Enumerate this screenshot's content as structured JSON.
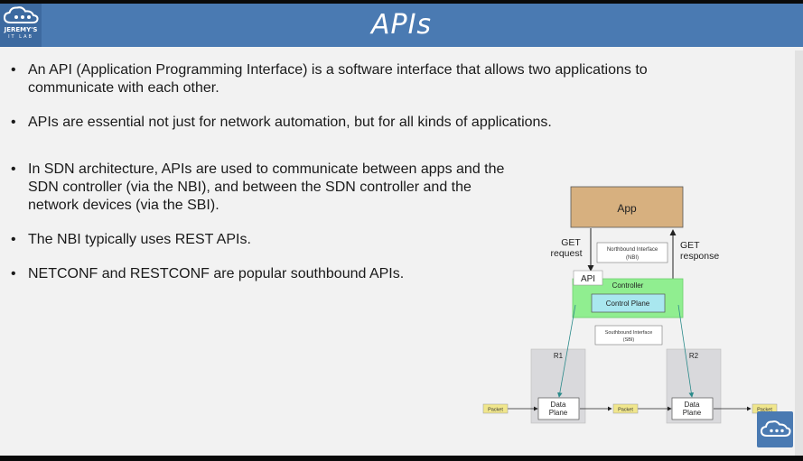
{
  "logo": {
    "line1": "JEREMY'S",
    "line2": "IT LAB"
  },
  "title": "APIs",
  "bullets_top": [
    "An API (Application Programming Interface) is a software interface that allows two applications to communicate with each other."
  ],
  "bullets_mid": [
    "APIs are essential not just for network automation, but for all kinds of applications."
  ],
  "bullets_sdn": [
    "In SDN architecture, APIs are used to communicate between apps and the SDN controller (via the NBI), and between the SDN controller and the network devices (via the SBI).",
    "The NBI typically uses REST APIs.",
    "NETCONF and RESTCONF are popular southbound APIs."
  ],
  "diagram": {
    "app": "App",
    "get_request_1": "GET",
    "get_request_2": "request",
    "get_response_1": "GET",
    "get_response_2": "response",
    "nbi_1": "Northbound Interface",
    "nbi_2": "(NBI)",
    "api": "API",
    "controller": "Controller",
    "control_plane": "Control Plane",
    "sbi_1": "Southbound Interface",
    "sbi_2": "(SBI)",
    "r1": "R1",
    "r2": "R2",
    "data_plane_1": "Data",
    "data_plane_2": "Plane",
    "packet": "Packet",
    "colors": {
      "app": "#d7b07f",
      "controller": "#90ee90",
      "control_plane": "#a9e7ef",
      "packet": "#f0e68c",
      "router": "#d9d9dc",
      "sbi_arrow": "#2a8a8a"
    }
  }
}
